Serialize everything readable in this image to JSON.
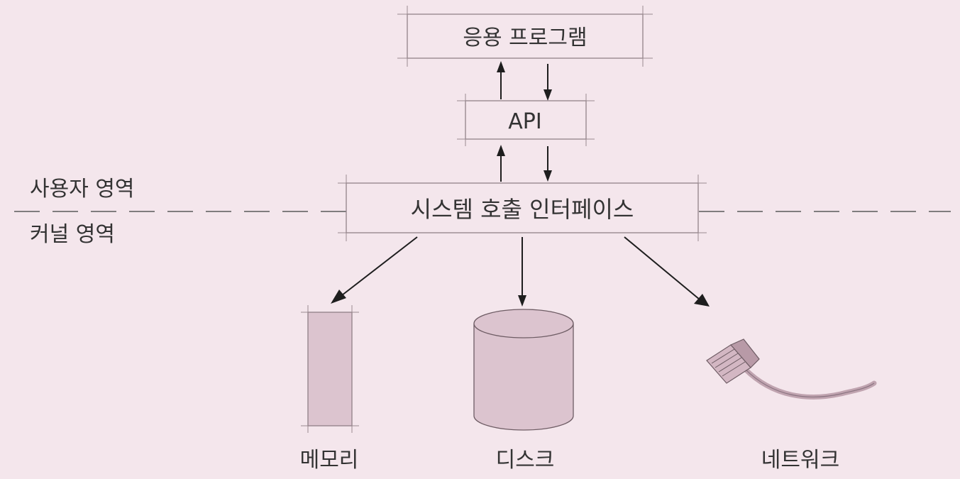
{
  "boxes": {
    "app": {
      "label": "응용 프로그램"
    },
    "api": {
      "label": "API"
    },
    "syscall": {
      "label": "시스템 호출 인터페이스"
    }
  },
  "regions": {
    "user": "사용자 영역",
    "kernel": "커널 영역"
  },
  "devices": {
    "memory": {
      "label": "메모리"
    },
    "disk": {
      "label": "디스크"
    },
    "network": {
      "label": "네트워크"
    }
  },
  "colors": {
    "background": "#f4e6ec",
    "device_fill": "#dcc4cf",
    "stroke": "#7a6a70",
    "arrow": "#1e1e1e"
  }
}
